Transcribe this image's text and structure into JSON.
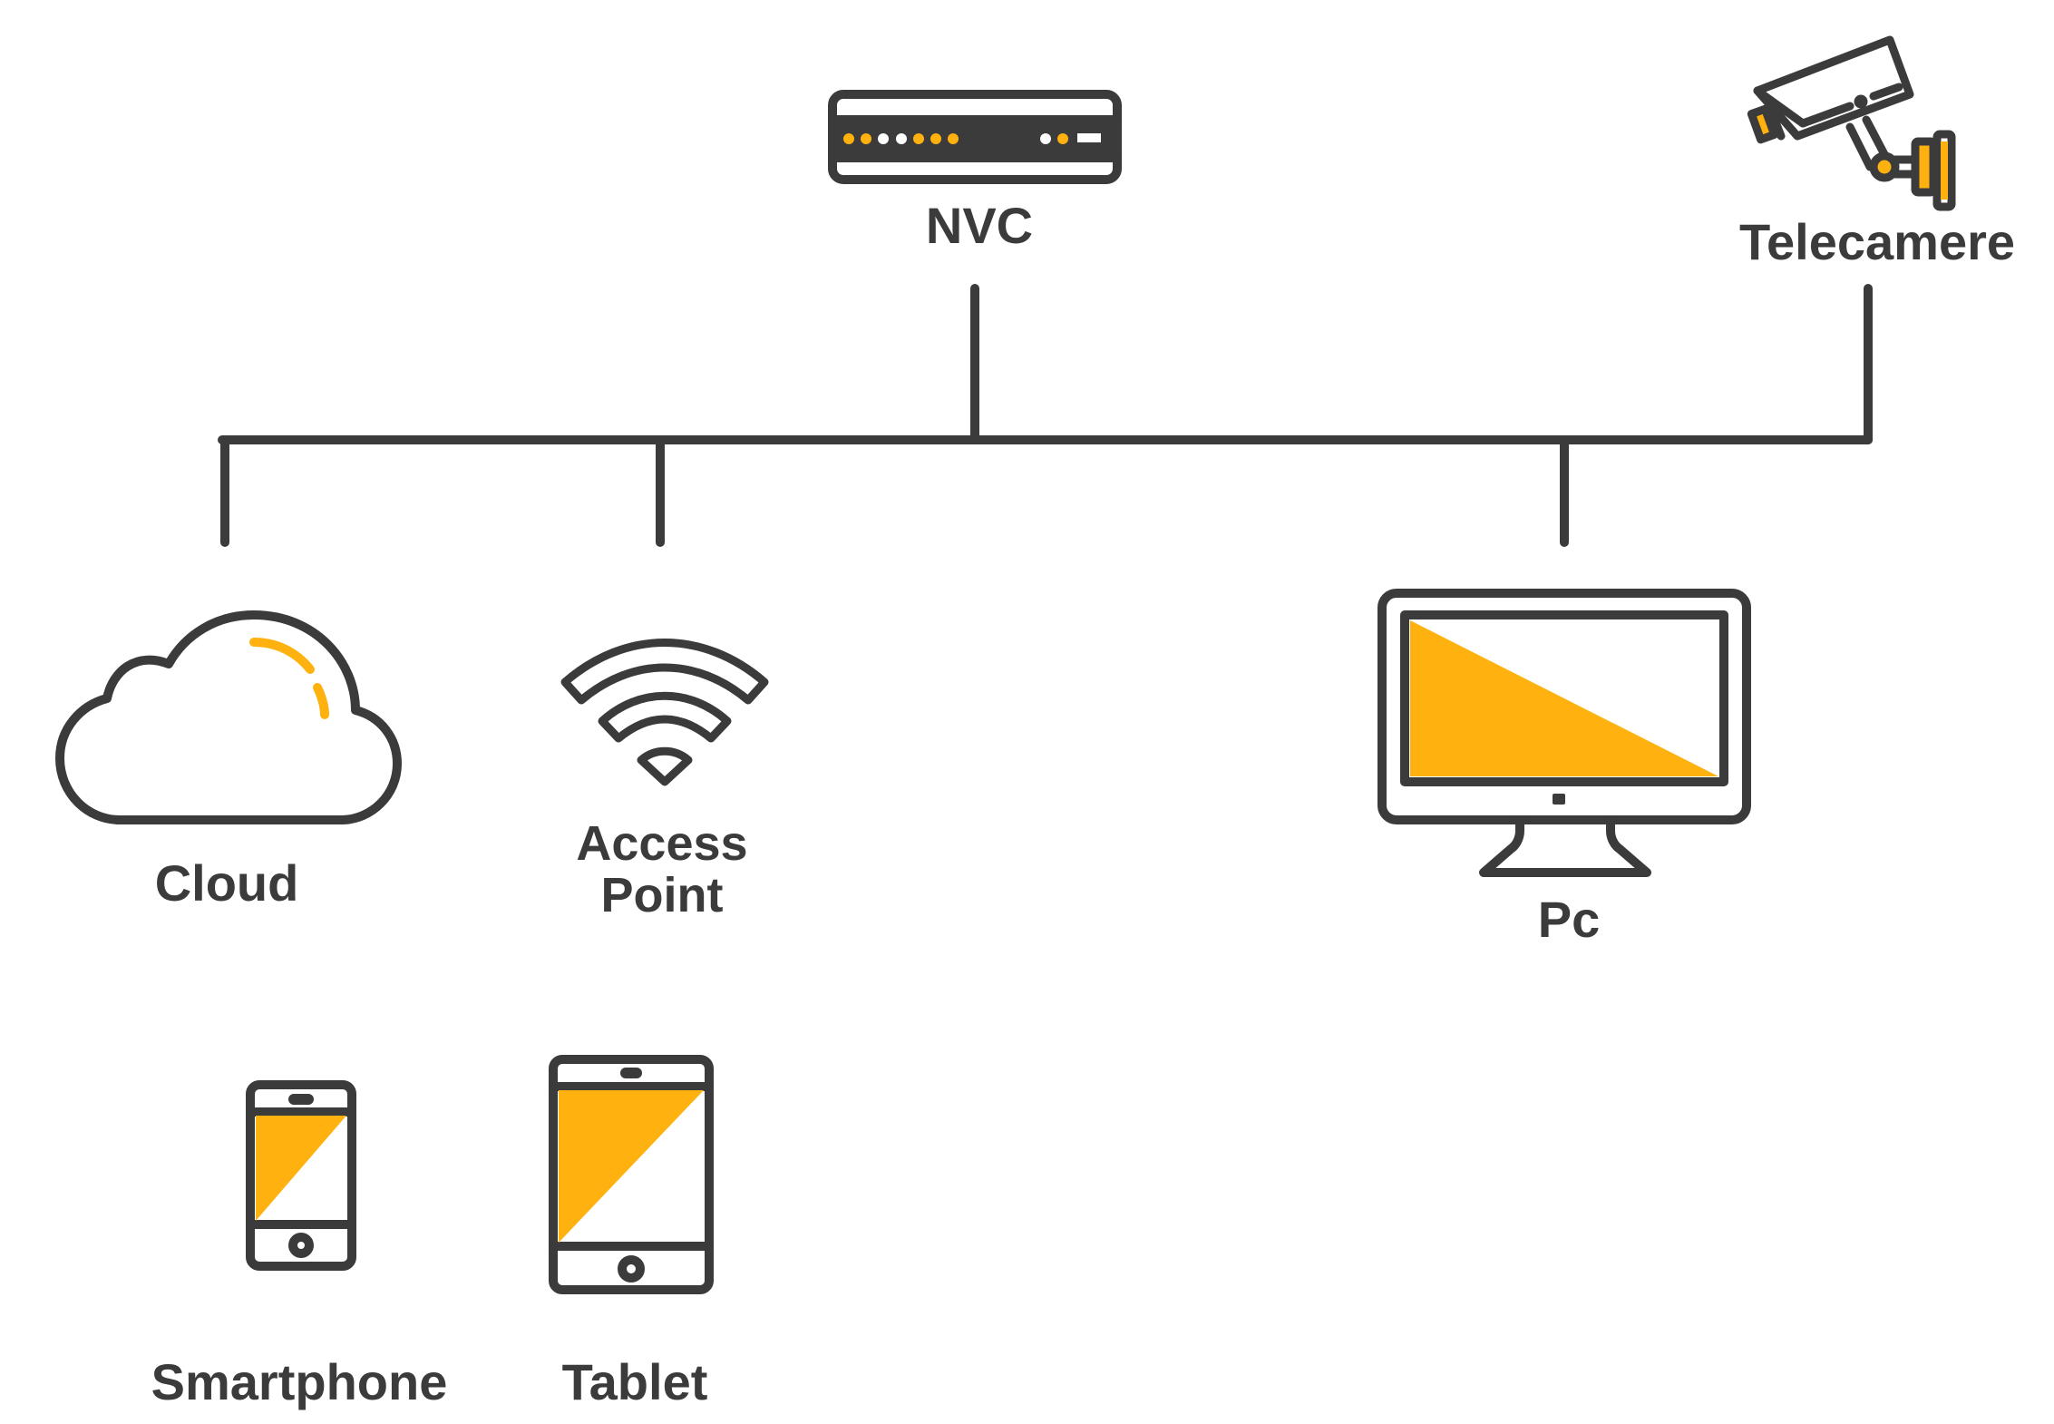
{
  "colors": {
    "stroke": "#3b3b3b",
    "accent": "#ffb20f",
    "background": "#ffffff"
  },
  "nodes": {
    "nvc": {
      "label": "NVC",
      "icon": "network-video-recorder-icon"
    },
    "telecamere": {
      "label": "Telecamere",
      "icon": "security-camera-icon"
    },
    "cloud": {
      "label": "Cloud",
      "icon": "cloud-icon"
    },
    "access_point": {
      "label_line1": "Access",
      "label_line2": "Point",
      "icon": "wifi-icon"
    },
    "pc": {
      "label": "Pc",
      "icon": "monitor-icon"
    },
    "smartphone": {
      "label": "Smartphone",
      "icon": "smartphone-icon"
    },
    "tablet": {
      "label": "Tablet",
      "icon": "tablet-icon"
    }
  }
}
